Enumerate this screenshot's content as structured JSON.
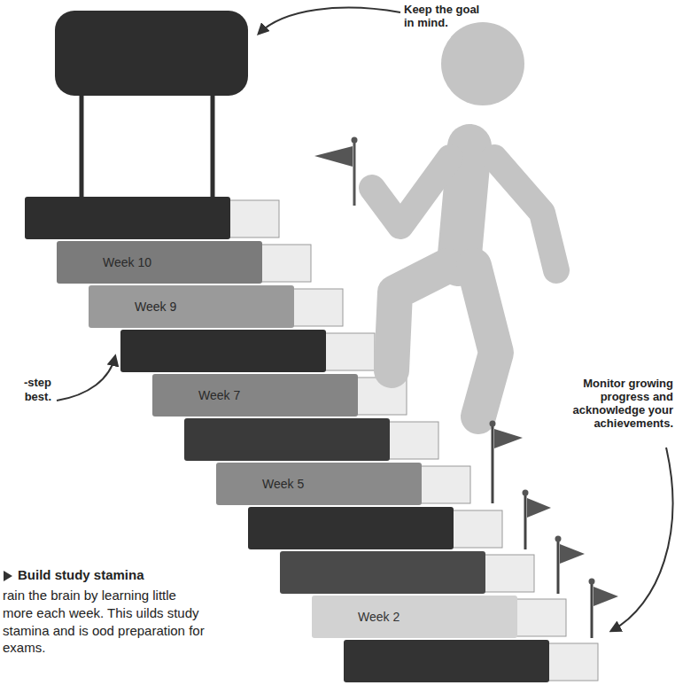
{
  "diagram": {
    "nodes": [
      {
        "text": [
          "Week 10"
        ]
      },
      {
        "text": [
          "Week 9"
        ]
      },
      {
        "text": [
          "Week 7"
        ]
      },
      {
        "text": [
          "Week 5"
        ]
      },
      {
        "text": [
          "Week 2"
        ]
      }
    ],
    "labels": [
      "Keep the goal in mind.",
      "-step best.",
      "Monitor growing progress and acknowledge your achievements.",
      "Build study stamina",
      "rain the brain by learning little more each week. This uilds study stamina and is ood preparation for exams."
    ]
  }
}
